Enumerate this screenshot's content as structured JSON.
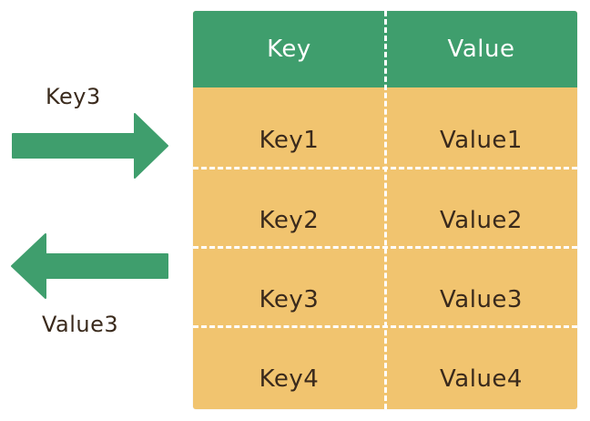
{
  "input_label": "Key3",
  "output_label": "Value3",
  "table": {
    "headers": {
      "key": "Key",
      "value": "Value"
    },
    "rows": [
      {
        "key": "Key1",
        "value": "Value1"
      },
      {
        "key": "Key2",
        "value": "Value2"
      },
      {
        "key": "Key3",
        "value": "Value3"
      },
      {
        "key": "Key4",
        "value": "Value4"
      }
    ]
  },
  "colors": {
    "header_green": "#3f9e6d",
    "arrow_green": "#3f9e6d",
    "table_body": "#f1c46f",
    "text_dark": "#3a2a1c",
    "divider": "#ffffff"
  },
  "icons": {
    "input_arrow": "arrow-right-icon",
    "output_arrow": "arrow-left-icon"
  }
}
